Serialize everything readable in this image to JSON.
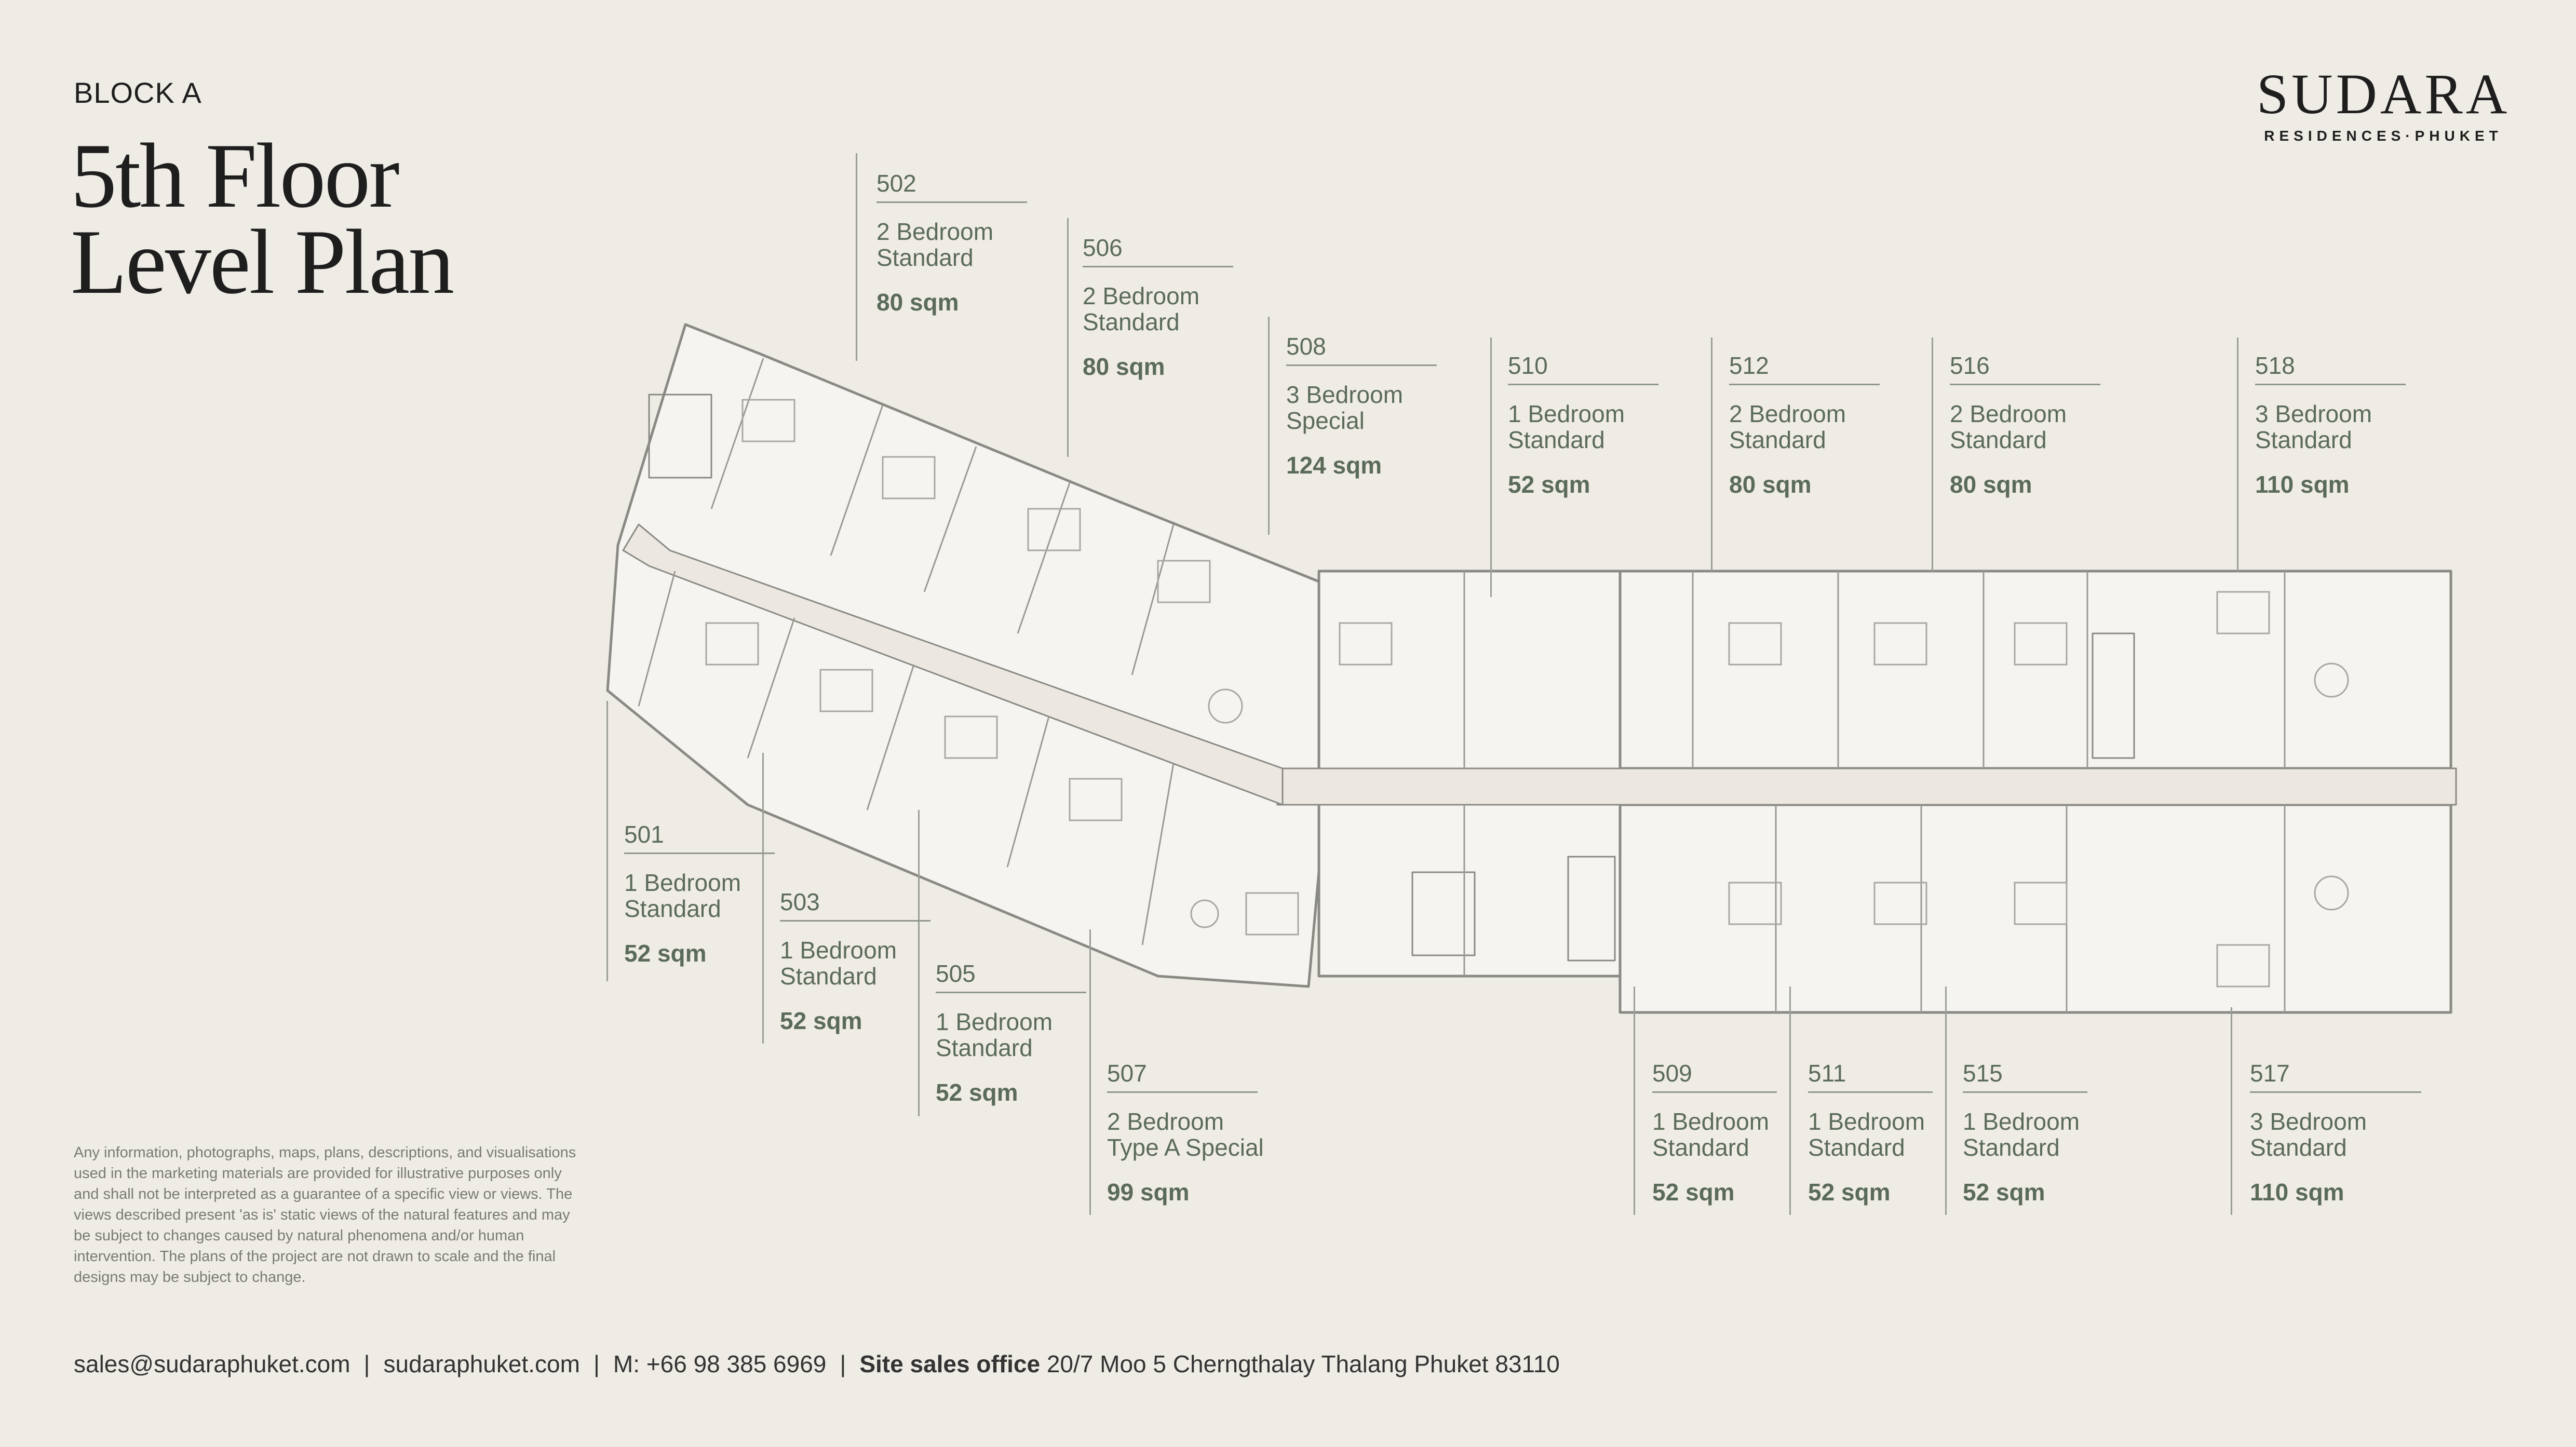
{
  "header": {
    "block": "BLOCK A",
    "title_line1": "5th Floor",
    "title_line2": "Level Plan"
  },
  "logo": {
    "name": "SUDARA",
    "subtitle": "RESIDENCES·PHUKET"
  },
  "units": {
    "u502": {
      "number": "502",
      "type1": "2 Bedroom",
      "type2": "Standard",
      "size": "80 sqm"
    },
    "u506": {
      "number": "506",
      "type1": "2 Bedroom",
      "type2": "Standard",
      "size": "80 sqm"
    },
    "u508": {
      "number": "508",
      "type1": "3 Bedroom",
      "type2": "Special",
      "size": "124 sqm"
    },
    "u510": {
      "number": "510",
      "type1": "1 Bedroom",
      "type2": "Standard",
      "size": "52 sqm"
    },
    "u512": {
      "number": "512",
      "type1": "2 Bedroom",
      "type2": "Standard",
      "size": "80 sqm"
    },
    "u516": {
      "number": "516",
      "type1": "2 Bedroom",
      "type2": "Standard",
      "size": "80 sqm"
    },
    "u518": {
      "number": "518",
      "type1": "3 Bedroom",
      "type2": "Standard",
      "size": "110 sqm"
    },
    "u501": {
      "number": "501",
      "type1": "1 Bedroom",
      "type2": "Standard",
      "size": "52 sqm"
    },
    "u503": {
      "number": "503",
      "type1": "1 Bedroom",
      "type2": "Standard",
      "size": "52 sqm"
    },
    "u505": {
      "number": "505",
      "type1": "1 Bedroom",
      "type2": "Standard",
      "size": "52 sqm"
    },
    "u507": {
      "number": "507",
      "type1": "2 Bedroom",
      "type2": "Type A Special",
      "size": "99 sqm"
    },
    "u509": {
      "number": "509",
      "type1": "1 Bedroom",
      "type2": "Standard",
      "size": "52 sqm"
    },
    "u511": {
      "number": "511",
      "type1": "1 Bedroom",
      "type2": "Standard",
      "size": "52 sqm"
    },
    "u515": {
      "number": "515",
      "type1": "1 Bedroom",
      "type2": "Standard",
      "size": "52 sqm"
    },
    "u517": {
      "number": "517",
      "type1": "3 Bedroom",
      "type2": "Standard",
      "size": "110 sqm"
    }
  },
  "disclaimer": "Any information, photographs, maps, plans, descriptions, and visualisations used in the marketing materials are provided for illustrative purposes only and shall not be interpreted as a guarantee of a specific view or views. The views described present 'as is' static views of the natural features and may be subject to changes caused by natural phenomena and/or human intervention. The plans of the project are not drawn to scale and the final designs may be subject to change.",
  "footer": {
    "email": "sales@sudaraphuket.com",
    "website": "sudaraphuket.com",
    "mobile": "M: +66 98 385 6969",
    "office_label": "Site sales office",
    "office_address": "20/7 Moo 5 Cherngthalay Thalang Phuket 83110"
  },
  "colors": {
    "background": "#efebe5",
    "label_text": "#5b6b5a",
    "plan_line": "#8a8a85"
  }
}
